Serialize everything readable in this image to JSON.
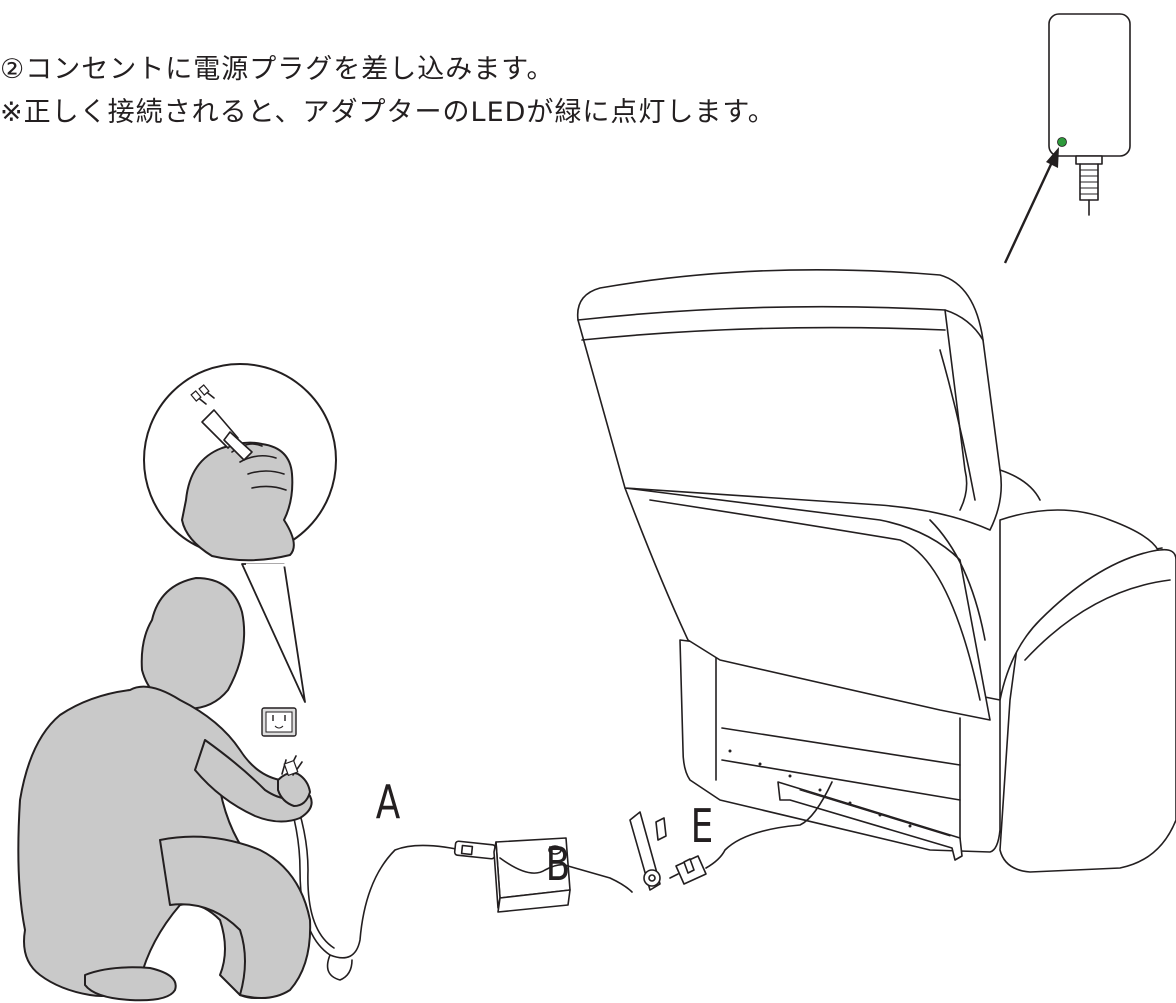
{
  "instructions": {
    "line1": "②コンセントに電源プラグを差し込みます。",
    "line2": "※正しく接続されると、アダプターのLEDが緑に点灯します。"
  },
  "cable_labels": {
    "a": "A",
    "b": "B",
    "e": "E"
  },
  "colors": {
    "led": "#2e9a3c",
    "person_fill": "#c9c9c9",
    "line": "#231f20"
  },
  "icons": {
    "adapter_led": "green-led-indicator",
    "outlet": "wall-outlet",
    "plug": "power-plug"
  }
}
